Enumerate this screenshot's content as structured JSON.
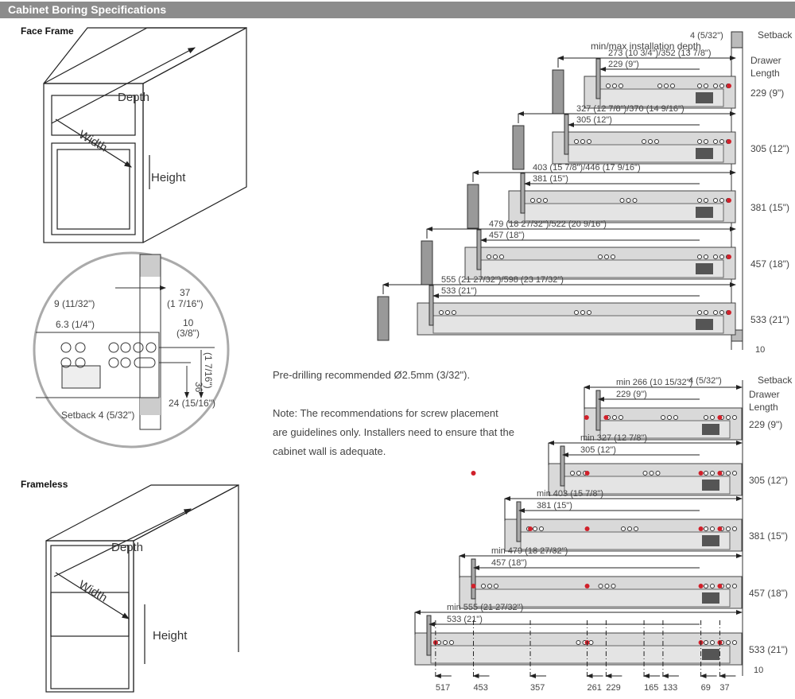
{
  "header": {
    "title": "Cabinet Boring Specifications"
  },
  "face_frame": {
    "title": "Face Frame",
    "depth": "Depth",
    "width": "Width",
    "height": "Height"
  },
  "detail": {
    "d37": "37",
    "d37_in": "(1 7/16\")",
    "d9": "9 (11/32\")",
    "d63": "6.3 (1/4\")",
    "d10": "10",
    "d10_in": "(3/8\")",
    "d36": "36",
    "d36_in": "(1 7/16\")",
    "d24": "24 (15/16\")",
    "setback": "Setback 4 (5/32\")"
  },
  "frameless": {
    "title": "Frameless",
    "depth": "Depth",
    "width": "Width",
    "height": "Height"
  },
  "upper": {
    "setback_dim": "4 (5/32\")",
    "setback": "Setback",
    "caption": "min/max installation depth",
    "drawer_length_1": "Drawer",
    "drawer_length_2": "Length",
    "bottom_dim": "10",
    "rows": [
      {
        "depth": "273 (10 3/4\")/352 (13 7/8\")",
        "slide": "229 (9\")",
        "length": "229 (9\")"
      },
      {
        "depth": "327 (12 7/8\")/370 (14 9/16\")",
        "slide": "305 (12\")",
        "length": "305 (12\")"
      },
      {
        "depth": "403 (15 7/8\")/446 (17 9/16\")",
        "slide": "381 (15\")",
        "length": "381 (15\")"
      },
      {
        "depth": "479 (18 27/32\")/522 (20 9/16\")",
        "slide": "457 (18\")",
        "length": "457 (18\")"
      },
      {
        "depth": "555 (21 27/32\")/598 (23 17/32\")",
        "slide": "533 (21\")",
        "length": "533 (21\")"
      }
    ]
  },
  "notes": {
    "predrill": "Pre-drilling recommended Ø2.5mm (3/32\").",
    "line1": "Note: The recommendations for screw placement",
    "line2": "are guidelines only. Installers need to ensure that the",
    "line3": "cabinet wall is adequate."
  },
  "lower": {
    "setback_dim": "4 (5/32\")",
    "setback": "Setback",
    "drawer_length_1": "Drawer",
    "drawer_length_2": "Length",
    "bottom_dim": "10",
    "rows": [
      {
        "depth": "min 266 (10 15/32\")",
        "slide": "229 (9\")",
        "length": "229 (9\")"
      },
      {
        "depth": "min 327 (12 7/8\")",
        "slide": "305 (12\")",
        "length": "305 (12\")"
      },
      {
        "depth": "min 403 (15 7/8\")",
        "slide": "381 (15\")",
        "length": "381 (15\")"
      },
      {
        "depth": "min 479 (18 27/32\")",
        "slide": "457 (18\")",
        "length": "457 (18\")"
      },
      {
        "depth": "min 555 (21 27/32\")",
        "slide": "533 (21\")",
        "length": "533 (21\")"
      }
    ],
    "ticks": [
      "517",
      "453",
      "357",
      "261",
      "229",
      "165",
      "133",
      "69",
      "37"
    ]
  },
  "colors": {
    "accent": "#d0202a",
    "panel": "#d9d9d9",
    "bar": "#8c8c8c"
  }
}
